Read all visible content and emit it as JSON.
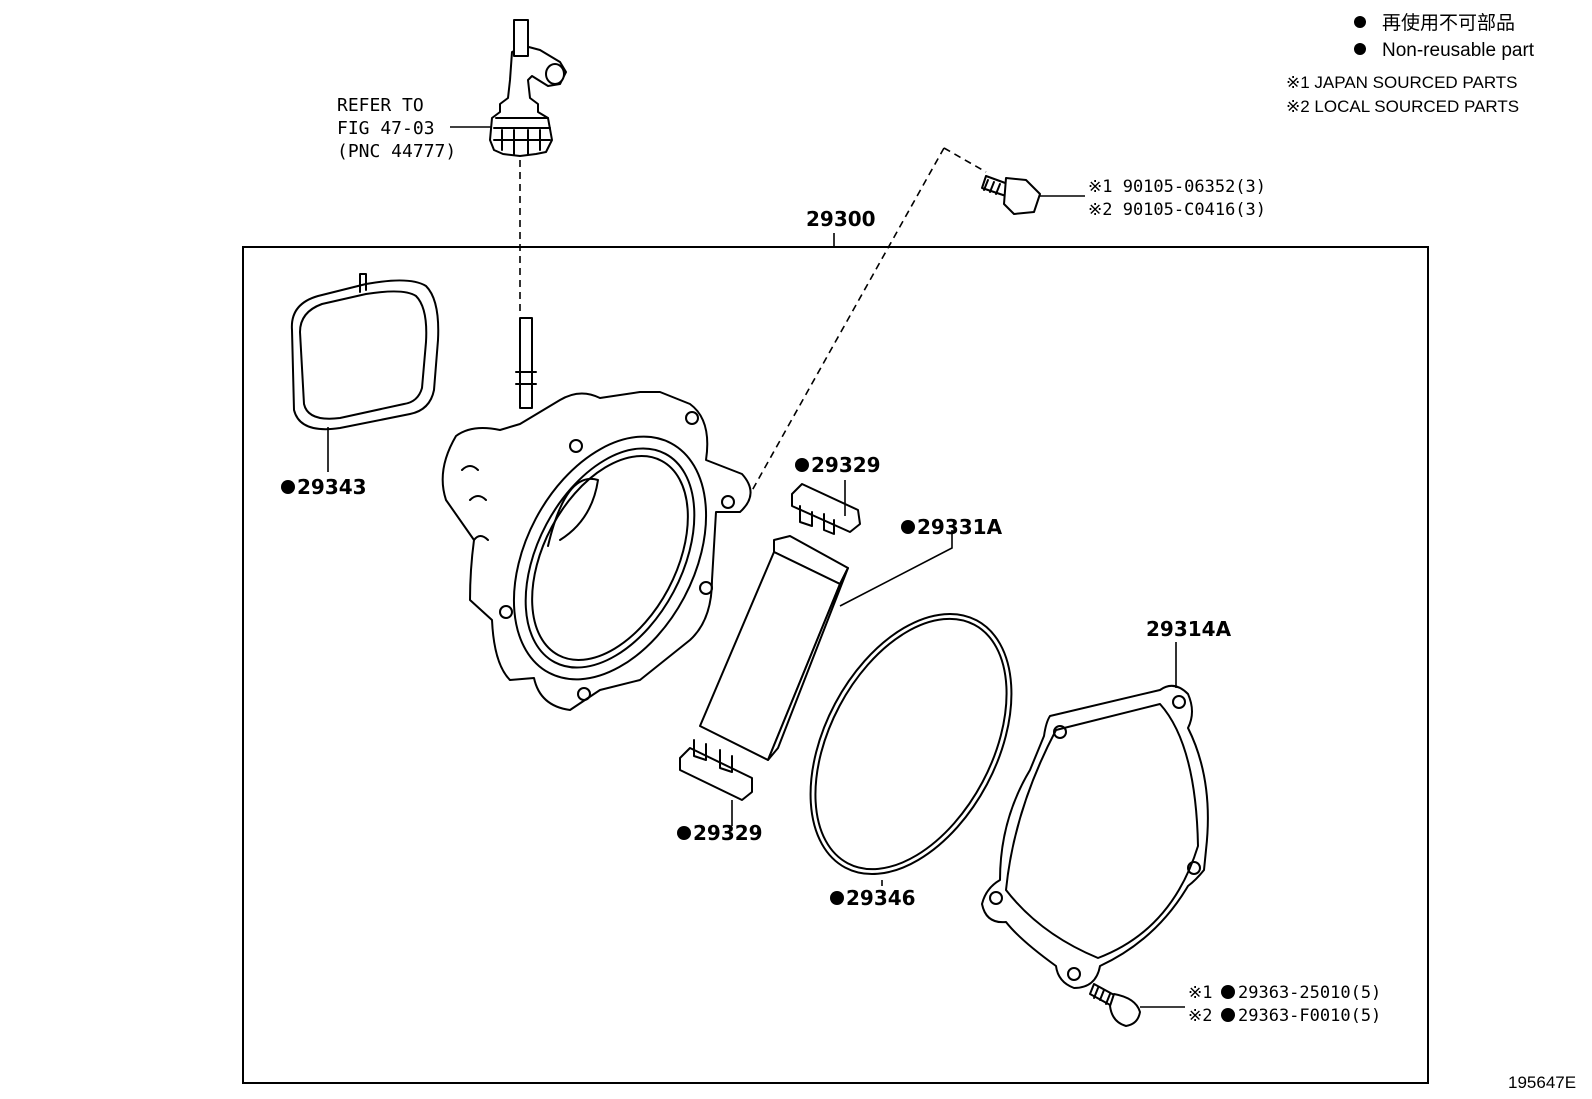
{
  "legend": {
    "non_reusable_jp": "再使用不可部品",
    "non_reusable_en": "Non-reusable part",
    "note1": "※1 JAPAN SOURCED PARTS",
    "note2": "※2 LOCAL SOURCED PARTS"
  },
  "refer": {
    "line1": "REFER TO",
    "line2": "FIG 47-03",
    "line3": "(PNC 44777)"
  },
  "assembly_label": "29300",
  "parts": {
    "gasket_29343": "29343",
    "cap_top_29329": "29329",
    "vane_29331a": "29331A",
    "cap_bottom_29329": "29329",
    "oring_29346": "29346",
    "cover_29314a": "29314A"
  },
  "bolt_top": {
    "line1": "※1 90105-06352(3)",
    "line2": "※2 90105-C0416(3)"
  },
  "bolt_bottom": {
    "mark1": "※1",
    "part1": "29363-25010(5)",
    "mark2": "※2",
    "part2": "29363-F0010(5)"
  },
  "figure_id": "195647E"
}
